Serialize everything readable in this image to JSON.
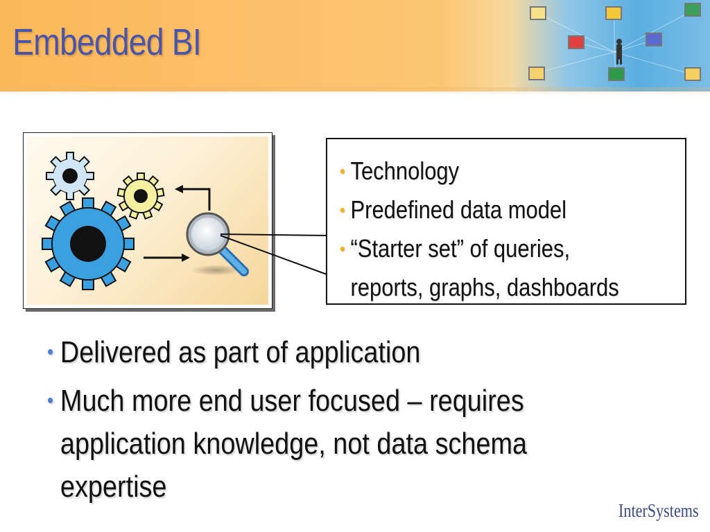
{
  "slide": {
    "title": "Embedded BI",
    "callout": {
      "items": [
        "Technology",
        "Predefined data model",
        "“Starter set” of queries,"
      ],
      "continuation": "reports, graphs, dashboards"
    },
    "bullets": [
      "Delivered as part of application",
      "Much more end user focused – requires"
    ],
    "bullet_continuations": [
      "application knowledge, not data schema",
      "expertise"
    ],
    "logo_text": "InterSystems"
  },
  "icons": {
    "banner_art": "network-computers-person-icon",
    "gear_large": "gear-icon",
    "magnifier": "magnifier-icon"
  },
  "colors": {
    "title": "#4a55a8",
    "callout_bullet": "#f0b020",
    "main_bullet": "#4a7fd0",
    "gear_blue": "#3aa0e0",
    "gear_light": "#cfe6f7",
    "gear_yellow": "#f4f0a0"
  }
}
